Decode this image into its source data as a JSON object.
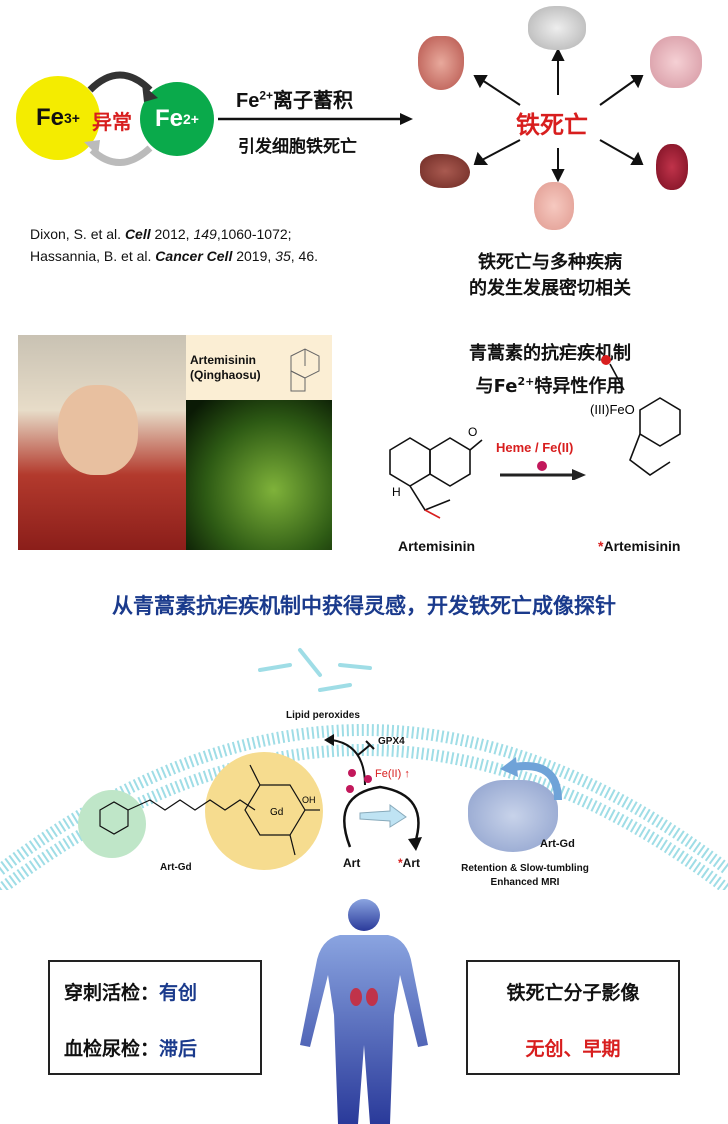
{
  "top": {
    "fe3": {
      "base": "Fe",
      "sup": "3+"
    },
    "fe2": {
      "base": "Fe",
      "sup": "2+"
    },
    "abnormal": "异常",
    "arrow_top": {
      "base": "Fe",
      "sup": "2+",
      "rest": "离子蓄积"
    },
    "arrow_bottom": "引发细胞铁死亡",
    "center": "铁死亡",
    "organs": [
      "heart-icon",
      "brain-icon",
      "lung-icon",
      "liver-icon",
      "stomach-icon",
      "kidney-icon"
    ],
    "refs": [
      {
        "a": "Dixon, S. et al. ",
        "j": "Cell",
        "y": " 2012, ",
        "v": "149",
        "p": ",1060-1072;"
      },
      {
        "a": "Hassannia, B. et al. ",
        "j": "Cancer Cell",
        "y": " 2019, ",
        "v": "35",
        "p": ", 46."
      }
    ],
    "disease_line1": "铁死亡与多种疾病",
    "disease_line2": "的发生发展密切相关"
  },
  "middle": {
    "artemisinin_label": "Artemisinin",
    "qinghaosu_label": "(Qinghaosu)",
    "mech_line1": "青蒿素的抗疟疾机制",
    "mech_line2_pre": "与Fe",
    "mech_line2_sup": "2+",
    "mech_line2_post": "特异性作用",
    "reagent": "Heme / Fe(II)",
    "left_compound": "Artemisinin",
    "right_compound_star": "*",
    "right_compound": "Artemisinin",
    "fe_label": "(III)FeO",
    "h_label": "H"
  },
  "headline": "从青蒿素抗疟疾机制中获得灵感，开发铁死亡成像探针",
  "bottom": {
    "lipid": "Lipid peroxides",
    "gpx4": "GPX4",
    "fe_up": "Fe(II)",
    "art": "Art",
    "art_star": "*",
    "art2": "Art",
    "artgd": "Art-Gd",
    "artgd2": "Art-Gd",
    "gd": "Gd",
    "oh": "OH",
    "retention": "Retention & Slow-tumbling",
    "enhanced": "Enhanced MRI",
    "left_box": {
      "line1_label": "穿刺活检：",
      "line1_value": "有创",
      "line2_label": "血检尿检：",
      "line2_value": "滞后"
    },
    "right_box": {
      "title": "铁死亡分子影像",
      "value": "无创、早期"
    }
  },
  "colors": {
    "yellow": "#f4ec00",
    "green": "#0aaa4b",
    "red": "#d81e1e",
    "blue_title": "#1a3a8c",
    "membrane": "#9fdde6"
  }
}
